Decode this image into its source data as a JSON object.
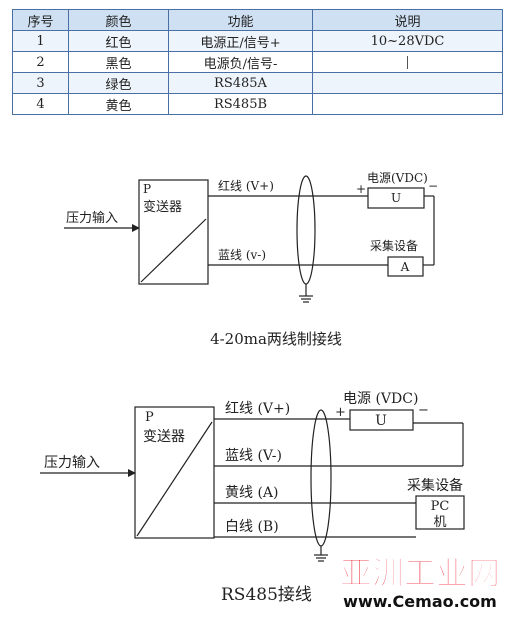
{
  "table": {
    "headers": [
      "序号",
      "颜色",
      "功能",
      "说明"
    ],
    "rows": [
      [
        "1",
        "红色",
        "电源正/信号+",
        "10~28VDC"
      ],
      [
        "2",
        "黑色",
        "电源负/信号-",
        ""
      ],
      [
        "3",
        "绿色",
        "RS485A",
        ""
      ],
      [
        "4",
        "黄色",
        "RS485B",
        ""
      ]
    ]
  },
  "diagram1": {
    "input_label": "压力输入",
    "transmitter_p": "P",
    "transmitter_name": "变送器",
    "red_wire": "红线 (V+)",
    "blue_wire": "蓝线 (v-)",
    "power_label": "电源(VDC)",
    "power_box": "U",
    "plus": "+",
    "minus": "−",
    "acq_label": "采集设备",
    "acq_box": "A",
    "caption": "4-20ma两线制接线"
  },
  "diagram2": {
    "input_label": "压力输入",
    "transmitter_p": "P",
    "transmitter_name": "变送器",
    "red_wire": "红线 (V+)",
    "blue_wire": "蓝线 (V-)",
    "yellow_wire": "黄线 (A)",
    "white_wire": "白线 (B)",
    "power_label": "电源 (VDC)",
    "power_box": "U",
    "plus": "+",
    "minus": "−",
    "acq_label": "采集设备",
    "pc_line1": "PC",
    "pc_line2": "机",
    "caption": "RS485接线"
  },
  "watermark": {
    "brand": "亚洲工业网",
    "url": "www.Cemao.com",
    "brand_color": "#e60012"
  }
}
